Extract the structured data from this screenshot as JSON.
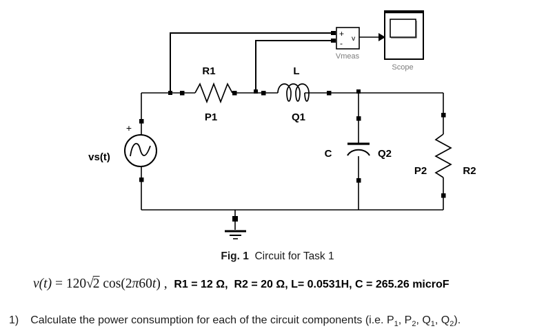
{
  "colors": {
    "background": "#ffffff",
    "line": "#000000",
    "block_label_gray": "#7c7c7c",
    "text": "#1c1c1c"
  },
  "figure": {
    "source_label": "vs(t)",
    "source_polarity": "+",
    "component_labels": {
      "r1": "R1",
      "p1": "P1",
      "l": "L",
      "q1": "Q1",
      "c": "C",
      "q2": "Q2",
      "p2": "P2",
      "r2": "R2"
    },
    "vmeas": {
      "plus": "+",
      "minus": "-",
      "output": "v",
      "label": "Vmeas"
    },
    "scope_label": "Scope",
    "caption": {
      "figure_number": "Fig. 1",
      "title": "  Circuit for Task 1"
    }
  },
  "equation": {
    "v_of_t": "v(t)",
    "equals": " = ",
    "coefficient": "120",
    "radical_sign": "√",
    "radicand": "2",
    "cos_prefix": " cos(2",
    "pi": "π",
    "frequency": "60",
    "time_var": "t",
    "close_paren": ") ,  ",
    "parameters": "R1 = 12 Ω,  R2 = 20 Ω, L= 0.0531H, C = 265.26 microF"
  },
  "question": {
    "number": "1)",
    "prefix": "Calculate the power consumption for each of the circuit components (i.e. ",
    "terms": [
      {
        "base": "P",
        "sub": "1"
      },
      {
        "base": "P",
        "sub": "2"
      },
      {
        "base": "Q",
        "sub": "1"
      },
      {
        "base": "Q",
        "sub": "2"
      }
    ],
    "separator": ", ",
    "suffix": ")."
  }
}
